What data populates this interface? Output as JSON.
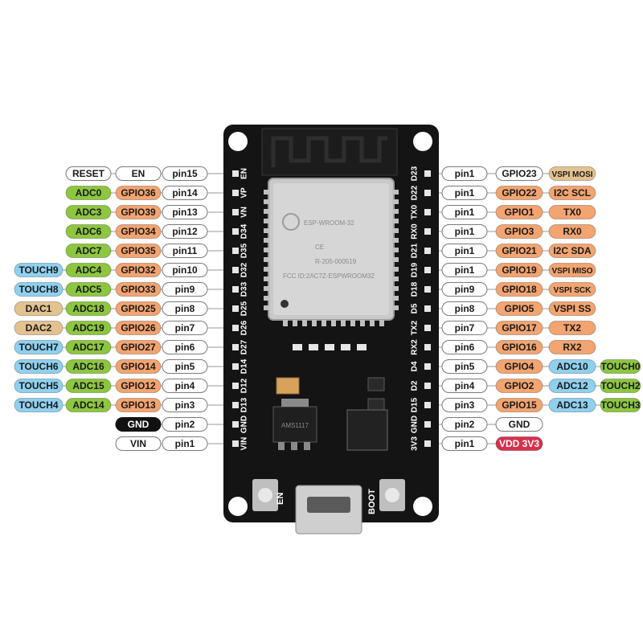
{
  "colors": {
    "white": "#ffffff",
    "green": "#8dc63f",
    "orange": "#f3a470",
    "tan": "#e3c290",
    "blue": "#8fd0ef",
    "black": "#111111",
    "red": "#d7304b",
    "board": "#141414"
  },
  "left_rows": [
    [
      {
        "text": "RESET",
        "c": "white"
      },
      {
        "text": "EN",
        "c": "white"
      },
      {
        "text": "pin15",
        "c": "white"
      }
    ],
    [
      {
        "text": "ADC0",
        "c": "green"
      },
      {
        "text": "GPIO36",
        "c": "orange"
      },
      {
        "text": "pin14",
        "c": "white"
      }
    ],
    [
      {
        "text": "ADC3",
        "c": "green"
      },
      {
        "text": "GPIO39",
        "c": "orange"
      },
      {
        "text": "pin13",
        "c": "white"
      }
    ],
    [
      {
        "text": "ADC6",
        "c": "green"
      },
      {
        "text": "GPIO34",
        "c": "orange"
      },
      {
        "text": "pin12",
        "c": "white"
      }
    ],
    [
      {
        "text": "ADC7",
        "c": "green"
      },
      {
        "text": "GPIO35",
        "c": "orange"
      },
      {
        "text": "pin11",
        "c": "white"
      }
    ],
    [
      {
        "text": "TOUCH9",
        "c": "blue"
      },
      {
        "text": "ADC4",
        "c": "green"
      },
      {
        "text": "GPIO32",
        "c": "orange"
      },
      {
        "text": "pin10",
        "c": "white"
      }
    ],
    [
      {
        "text": "TOUCH8",
        "c": "blue"
      },
      {
        "text": "ADC5",
        "c": "green"
      },
      {
        "text": "GPIO33",
        "c": "orange"
      },
      {
        "text": "pin9",
        "c": "white"
      }
    ],
    [
      {
        "text": "DAC1",
        "c": "tan"
      },
      {
        "text": "ADC18",
        "c": "green"
      },
      {
        "text": "GPIO25",
        "c": "orange"
      },
      {
        "text": "pin8",
        "c": "white"
      }
    ],
    [
      {
        "text": "DAC2",
        "c": "tan"
      },
      {
        "text": "ADC19",
        "c": "green"
      },
      {
        "text": "GPIO26",
        "c": "orange"
      },
      {
        "text": "pin7",
        "c": "white"
      }
    ],
    [
      {
        "text": "TOUCH7",
        "c": "blue"
      },
      {
        "text": "ADC17",
        "c": "green"
      },
      {
        "text": "GPIO27",
        "c": "orange"
      },
      {
        "text": "pin6",
        "c": "white"
      }
    ],
    [
      {
        "text": "TOUCH6",
        "c": "blue"
      },
      {
        "text": "ADC16",
        "c": "green"
      },
      {
        "text": "GPIO14",
        "c": "orange"
      },
      {
        "text": "pin5",
        "c": "white"
      }
    ],
    [
      {
        "text": "TOUCH5",
        "c": "blue"
      },
      {
        "text": "ADC15",
        "c": "green"
      },
      {
        "text": "GPIO12",
        "c": "orange"
      },
      {
        "text": "pin4",
        "c": "white"
      }
    ],
    [
      {
        "text": "TOUCH4",
        "c": "blue"
      },
      {
        "text": "ADC14",
        "c": "green"
      },
      {
        "text": "GPIO13",
        "c": "orange"
      },
      {
        "text": "pin3",
        "c": "white"
      }
    ],
    [
      {
        "text": "GND",
        "c": "black"
      },
      {
        "text": "pin2",
        "c": "white"
      }
    ],
    [
      {
        "text": "VIN",
        "c": "white"
      },
      {
        "text": "pin1",
        "c": "white"
      }
    ]
  ],
  "right_rows": [
    [
      {
        "text": "pin1",
        "c": "white"
      },
      {
        "text": "GPIO23",
        "c": "white"
      },
      {
        "text": "VSPI MOSI",
        "c": "tan"
      }
    ],
    [
      {
        "text": "pin1",
        "c": "white"
      },
      {
        "text": "GPIO22",
        "c": "orange"
      },
      {
        "text": "I2C SCL",
        "c": "orange"
      }
    ],
    [
      {
        "text": "pin1",
        "c": "white"
      },
      {
        "text": "GPIO1",
        "c": "orange"
      },
      {
        "text": "TX0",
        "c": "orange"
      }
    ],
    [
      {
        "text": "pin1",
        "c": "white"
      },
      {
        "text": "GPIO3",
        "c": "orange"
      },
      {
        "text": "RX0",
        "c": "orange"
      }
    ],
    [
      {
        "text": "pin1",
        "c": "white"
      },
      {
        "text": "GPIO21",
        "c": "orange"
      },
      {
        "text": "I2C SDA",
        "c": "orange"
      }
    ],
    [
      {
        "text": "pin1",
        "c": "white"
      },
      {
        "text": "GPIO19",
        "c": "orange"
      },
      {
        "text": "VSPI MISO",
        "c": "orange"
      }
    ],
    [
      {
        "text": "pin9",
        "c": "white"
      },
      {
        "text": "GPIO18",
        "c": "orange"
      },
      {
        "text": "VSPI SCK",
        "c": "orange"
      }
    ],
    [
      {
        "text": "pin8",
        "c": "white"
      },
      {
        "text": "GPIO5",
        "c": "orange"
      },
      {
        "text": "VSPI SS",
        "c": "orange"
      }
    ],
    [
      {
        "text": "pin7",
        "c": "white"
      },
      {
        "text": "GPIO17",
        "c": "orange"
      },
      {
        "text": "TX2",
        "c": "orange"
      }
    ],
    [
      {
        "text": "pin6",
        "c": "white"
      },
      {
        "text": "GPIO16",
        "c": "orange"
      },
      {
        "text": "RX2",
        "c": "orange"
      }
    ],
    [
      {
        "text": "pin5",
        "c": "white"
      },
      {
        "text": "GPIO4",
        "c": "orange"
      },
      {
        "text": "ADC10",
        "c": "blue"
      },
      {
        "text": "TOUCH0",
        "c": "green"
      }
    ],
    [
      {
        "text": "pin4",
        "c": "white"
      },
      {
        "text": "GPIO2",
        "c": "orange"
      },
      {
        "text": "ADC12",
        "c": "blue"
      },
      {
        "text": "TOUCH2",
        "c": "green"
      }
    ],
    [
      {
        "text": "pin3",
        "c": "white"
      },
      {
        "text": "GPIO15",
        "c": "orange"
      },
      {
        "text": "ADC13",
        "c": "blue"
      },
      {
        "text": "TOUCH3",
        "c": "green"
      }
    ],
    [
      {
        "text": "pin2",
        "c": "white"
      },
      {
        "text": "GND",
        "c": "white"
      }
    ],
    [
      {
        "text": "pin1",
        "c": "white"
      },
      {
        "text": "VDD 3V3",
        "c": "red"
      }
    ]
  ],
  "board": {
    "left_pin_labels": [
      "EN",
      "VP",
      "VN",
      "D34",
      "D35",
      "D32",
      "D33",
      "D25",
      "D26",
      "D27",
      "D14",
      "D12",
      "D13",
      "GND",
      "VIN"
    ],
    "right_pin_labels": [
      "D23",
      "D22",
      "TX0",
      "RX0",
      "D21",
      "D19",
      "D18",
      "D5",
      "TX2",
      "RX2",
      "D4",
      "D2",
      "D15",
      "GND",
      "3V3"
    ],
    "button_en": "EN",
    "button_boot": "BOOT",
    "regulator_text": "AMS1117",
    "chip_text": [
      "ESP-WROOM-32",
      "CE",
      "R-205-000519",
      "FCC ID:2AC7Z-ESPWROOM32"
    ]
  }
}
